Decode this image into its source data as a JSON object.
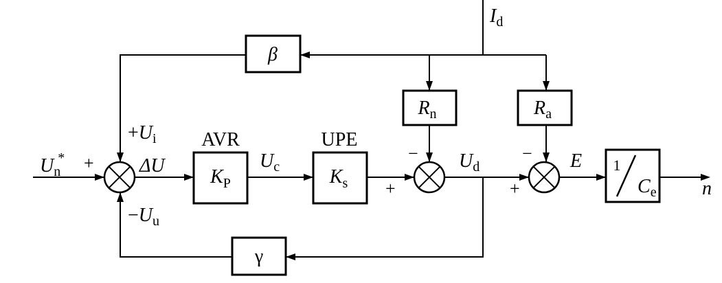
{
  "signals": {
    "input": {
      "main": "U",
      "sub": "n",
      "sup": "*"
    },
    "error": "ΔU",
    "current_feedback": {
      "sign": "+",
      "main": "U",
      "sub": "i"
    },
    "voltage_feedback": {
      "sign": "−",
      "main": "U",
      "sub": "u"
    },
    "control": {
      "main": "U",
      "sub": "c"
    },
    "output_voltage": {
      "main": "U",
      "sub": "d"
    },
    "disturbance": {
      "main": "I",
      "sub": "d"
    },
    "emf": "E",
    "speed": "n"
  },
  "blocks": {
    "beta": "β",
    "gamma": "γ",
    "avr": {
      "title": "AVR",
      "main": "K",
      "sub": "P"
    },
    "upe": {
      "title": "UPE",
      "main": "K",
      "sub": "s"
    },
    "rn": {
      "main": "R",
      "sub": "n"
    },
    "ra": {
      "main": "R",
      "sub": "a"
    },
    "ce": {
      "num": "1",
      "main": "C",
      "sub": "e"
    }
  },
  "signs": {
    "sum1_input": "+",
    "sum2_plus": "+",
    "sum2_minus": "−",
    "sum3_plus": "+",
    "sum3_minus": "−"
  }
}
